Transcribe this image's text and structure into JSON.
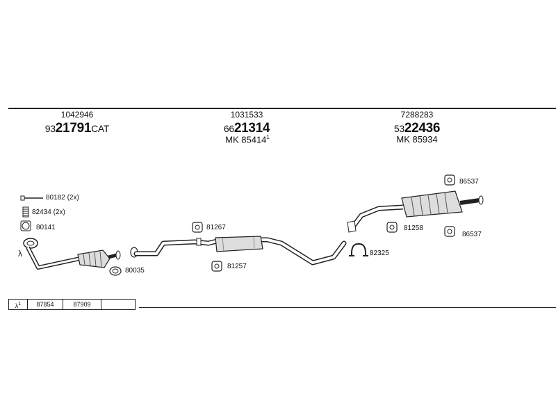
{
  "sections": [
    {
      "ref": "1042946",
      "code_prefix": "93",
      "code_main": "21791",
      "code_suffix": "CAT",
      "mk": ""
    },
    {
      "ref": "1031533",
      "code_prefix": "66",
      "code_main": "21314",
      "code_suffix": "",
      "mk": "MK 85414",
      "mk_sup": "1"
    },
    {
      "ref": "7288283",
      "code_prefix": "53",
      "code_main": "22436",
      "code_suffix": "",
      "mk": "MK 85934"
    }
  ],
  "part_labels": {
    "p80182": "80182 (2x)",
    "p82434": "82434 (2x)",
    "p80141": "80141",
    "lambda": "λ",
    "p80035": "80035",
    "p81267": "81267",
    "p81257": "81257",
    "p82325": "82325",
    "p81258": "81258",
    "p86537_top": "86537",
    "p86537_bottom": "86537"
  },
  "bottom_table": {
    "lambda_cell": "λ",
    "lambda_sup": "1",
    "cells": [
      "87854",
      "87909",
      ""
    ]
  }
}
